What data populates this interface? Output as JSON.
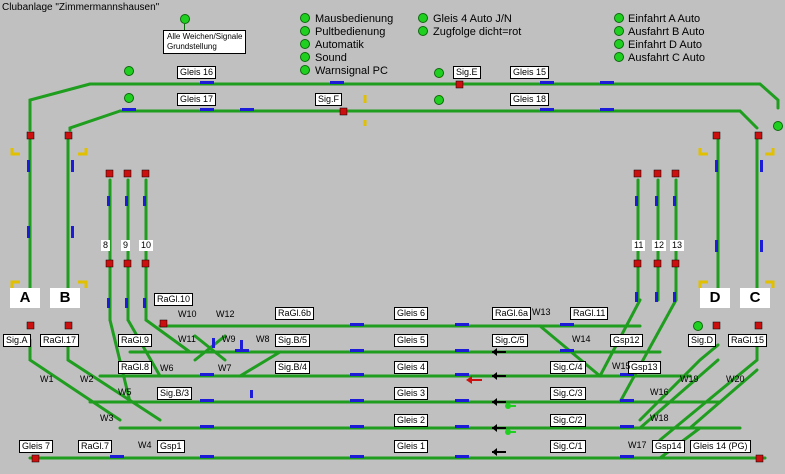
{
  "title": "Clubanlage \"Zimmermannshausen\"",
  "reset_button": {
    "line1": "Alle Weichen/Signale",
    "line2": "Grundstellung"
  },
  "options_col1": [
    "Mausbedienung",
    "Pultbedienung",
    "Automatik",
    "Sound",
    "Warnsignal PC"
  ],
  "options_col2": [
    "Gleis 4 Auto J/N",
    "Zugfolge dicht=rot"
  ],
  "options_col3": [
    "Einfahrt A Auto",
    "Ausfahrt B Auto",
    "Einfahrt D Auto",
    "Ausfahrt C Auto"
  ],
  "colors": {
    "track": "#1f9d1f",
    "signal_red": "#cc1010",
    "block_blue": "#1c1cd8",
    "switch_yellow": "#e0c000",
    "lamp_green": "#20d020",
    "background": "#c0c0c0"
  },
  "tracks": {
    "gleis16": "Gleis 16",
    "gleis17": "Gleis 17",
    "gleis15": "Gleis 15",
    "gleis18": "Gleis 18",
    "gleis6": "Gleis 6",
    "gleis5": "Gleis 5",
    "gleis4": "Gleis 4",
    "gleis3": "Gleis 3",
    "gleis2": "Gleis 2",
    "gleis1": "Gleis 1",
    "gleis7": "Gleis 7",
    "gleis14": "Gleis 14 (PG)"
  },
  "signals": {
    "sig_e": "Sig.E",
    "sig_f": "Sig.F",
    "sig_a": "Sig.A",
    "sig_d": "Sig.D",
    "sig_b5": "Sig.B/5",
    "sig_b4": "Sig.B/4",
    "sig_b3": "Sig.B/3",
    "sig_c5": "Sig.C/5",
    "sig_c4": "Sig.C/4",
    "sig_c3": "Sig.C/3",
    "sig_c2": "Sig.C/2",
    "sig_c1": "Sig.C/1",
    "ragl10": "RaGl.10",
    "ragl9": "RaGl.9",
    "ragl8": "RaGl.8",
    "ragl17": "RaGl.17",
    "ragl7": "RaGl.7",
    "ragl6b": "RaGl.6b",
    "ragl6a": "RaGl.6a",
    "ragl11": "RaGl.11",
    "ragl15": "RaGl.15",
    "gsp1": "Gsp1",
    "gsp12": "Gsp12",
    "gsp13": "Gsp13",
    "gsp14": "Gsp14"
  },
  "switches": [
    "W1",
    "W2",
    "W3",
    "W4",
    "W5",
    "W6",
    "W7",
    "W8",
    "W9",
    "W10",
    "W11",
    "W12",
    "W13",
    "W14",
    "W15",
    "W16",
    "W17",
    "W18",
    "W19",
    "W20"
  ],
  "sidings_left": [
    "8",
    "9",
    "10"
  ],
  "sidings_right": [
    "11",
    "12",
    "13"
  ],
  "zones": {
    "a": "A",
    "b": "B",
    "c": "C",
    "d": "D"
  }
}
